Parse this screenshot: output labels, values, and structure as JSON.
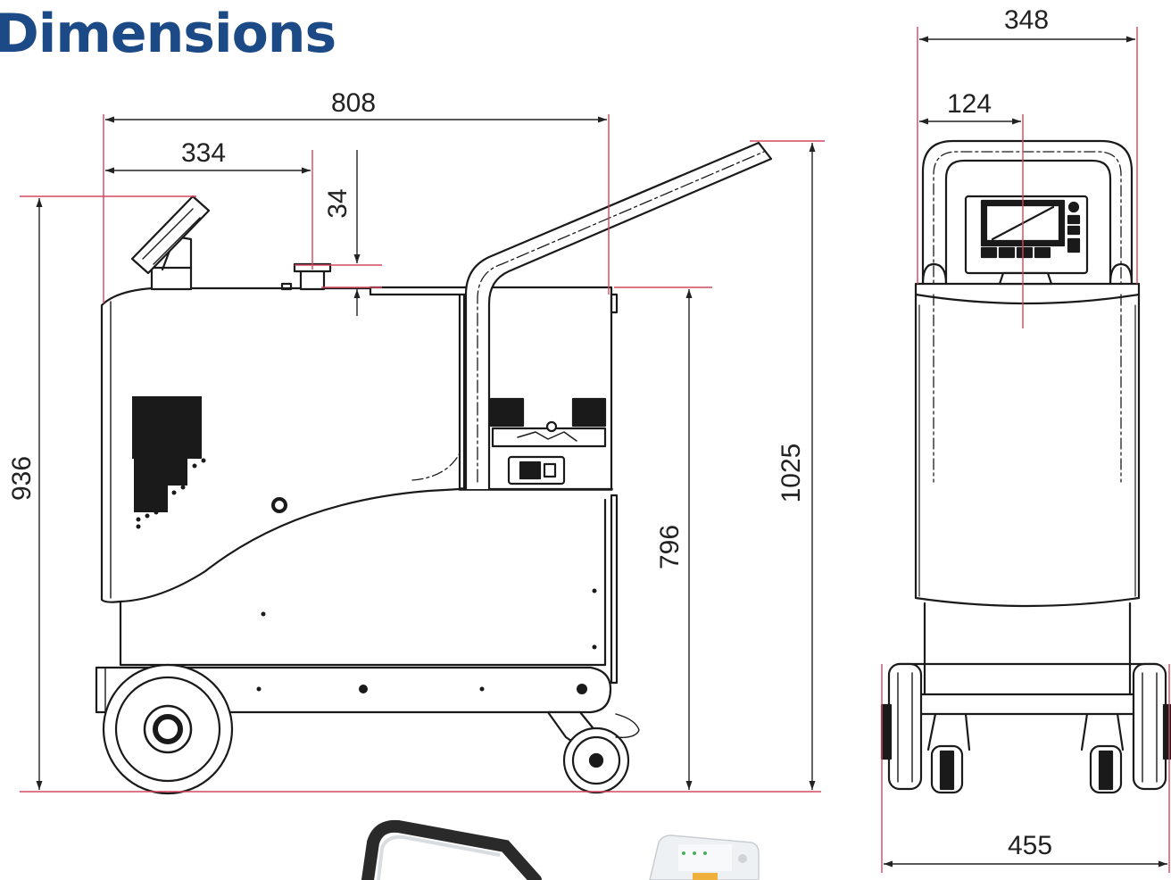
{
  "title": "Dimensions",
  "colors": {
    "title": "#1c4a86",
    "reference_line": "#d2485f",
    "drawing_line": "#1a1a1a",
    "dimension_line": "#222222"
  },
  "dimensions": {
    "side_total_length": "808",
    "side_front_to_panel": "334",
    "side_panel_offset": "34",
    "side_panel_height": "936",
    "side_frame_height": "796",
    "side_handle_height": "1025",
    "front_body_width": "348",
    "front_panel_offset": "124",
    "front_wheel_width": "455"
  }
}
